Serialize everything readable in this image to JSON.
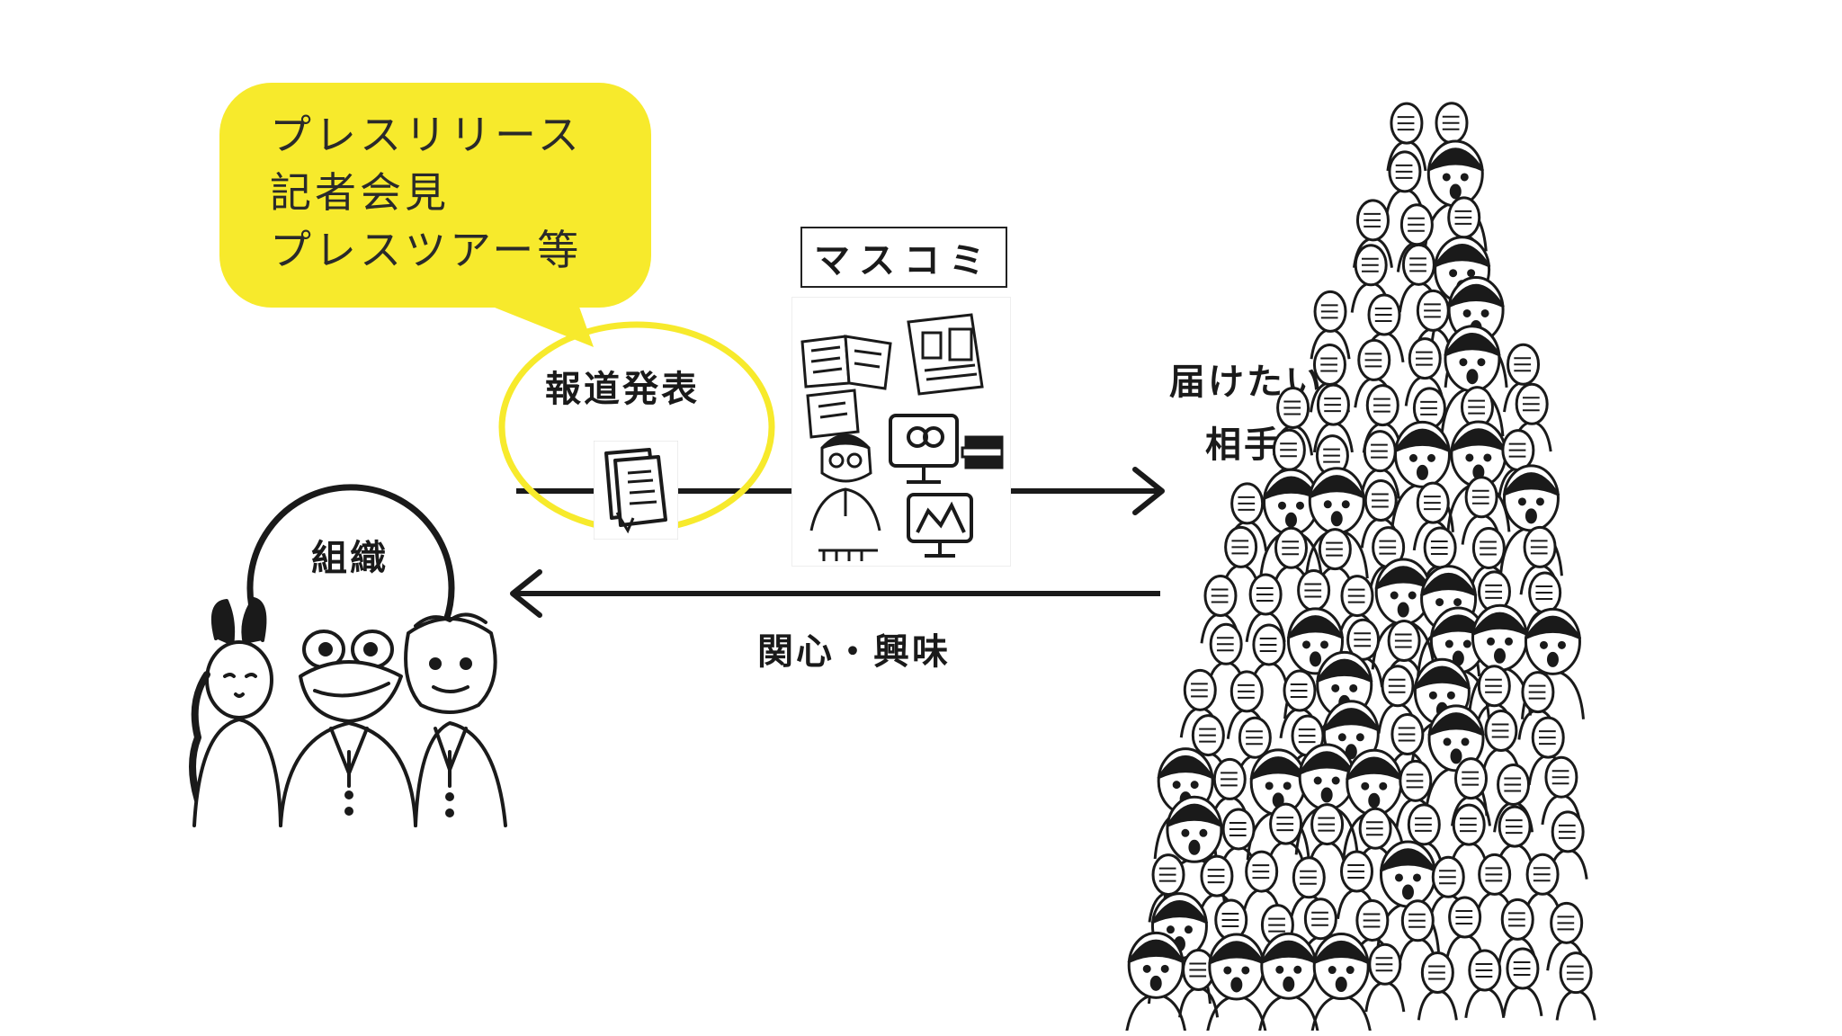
{
  "colors": {
    "highlight": "#f7ea2c",
    "ink": "#1a1a1a",
    "background": "#ffffff"
  },
  "speech_bubble": {
    "lines": [
      "プレスリリース",
      "記者会見",
      "プレスツアー等"
    ]
  },
  "nodes": {
    "press_release_label": "報道発表",
    "media_label": "マスコミ",
    "organization_label": "組織",
    "audience_label_line1": "届けたい",
    "audience_label_line2": "相手"
  },
  "arrows": {
    "feedback_label": "関心・興味"
  },
  "icons": [
    "document-icon",
    "media-illustration",
    "organization-people-illustration",
    "crowd-illustration"
  ]
}
